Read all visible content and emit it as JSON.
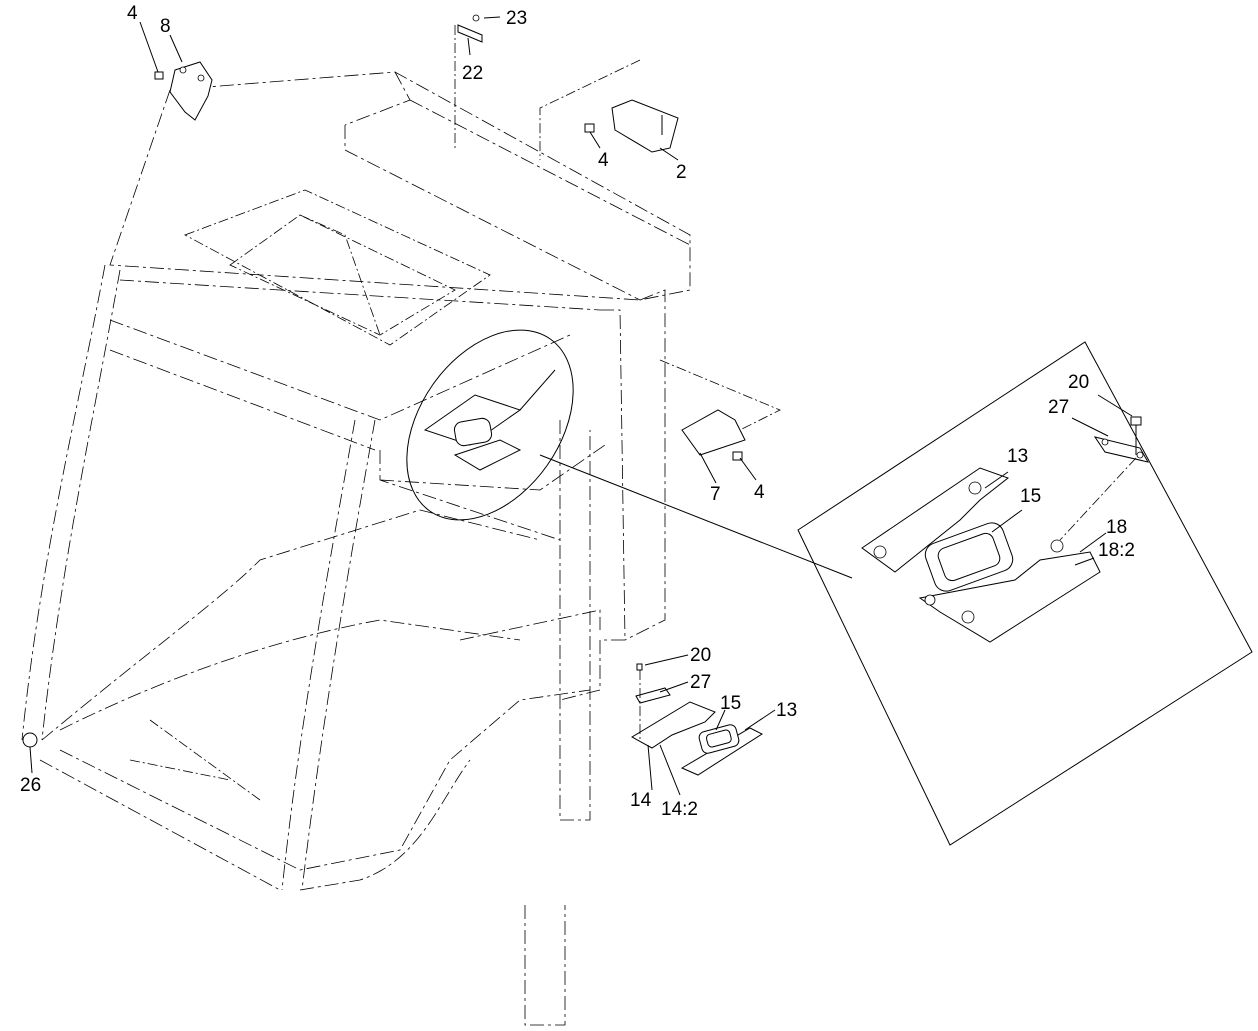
{
  "diagram": {
    "callouts": [
      {
        "id": "c4a",
        "text": "4"
      },
      {
        "id": "c8",
        "text": "8"
      },
      {
        "id": "c23",
        "text": "23"
      },
      {
        "id": "c22",
        "text": "22"
      },
      {
        "id": "c4b",
        "text": "4"
      },
      {
        "id": "c2",
        "text": "2"
      },
      {
        "id": "c20a",
        "text": "20"
      },
      {
        "id": "c27a",
        "text": "27"
      },
      {
        "id": "c13a",
        "text": "13"
      },
      {
        "id": "c15a",
        "text": "15"
      },
      {
        "id": "c18",
        "text": "18"
      },
      {
        "id": "c18_2",
        "text": "18:2"
      },
      {
        "id": "c7",
        "text": "7"
      },
      {
        "id": "c4c",
        "text": "4"
      },
      {
        "id": "c20b",
        "text": "20"
      },
      {
        "id": "c27b",
        "text": "27"
      },
      {
        "id": "c15b",
        "text": "15"
      },
      {
        "id": "c13b",
        "text": "13"
      },
      {
        "id": "c14",
        "text": "14"
      },
      {
        "id": "c14_2",
        "text": "14:2"
      },
      {
        "id": "c26",
        "text": "26"
      }
    ]
  }
}
